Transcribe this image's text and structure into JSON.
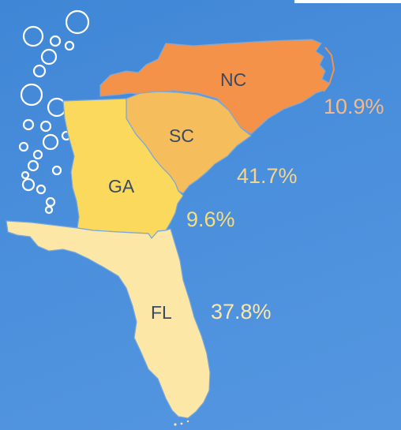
{
  "colors": {
    "background": "#4a8fdc",
    "nc": "#f5924a",
    "sc": "#f6bd5c",
    "ga": "#fbd95c",
    "fl": "#fde7a6",
    "border": "#7aa8d8",
    "bubble": "#ffffff"
  },
  "states": [
    {
      "id": "nc",
      "label": "NC",
      "value": "10.9%",
      "label_color": "#3a4a63",
      "value_color": "#f3b98a"
    },
    {
      "id": "sc",
      "label": "SC",
      "value": "41.7%",
      "label_color": "#3a4a63",
      "value_color": "#f6d489"
    },
    {
      "id": "ga",
      "label": "GA",
      "value": "9.6%",
      "label_color": "#3a4a63",
      "value_color": "#f8de7a"
    },
    {
      "id": "fl",
      "label": "FL",
      "value": "37.8%",
      "label_color": "#3a4a63",
      "value_color": "#fde7a6"
    }
  ],
  "decoration": "bubbles-icon"
}
